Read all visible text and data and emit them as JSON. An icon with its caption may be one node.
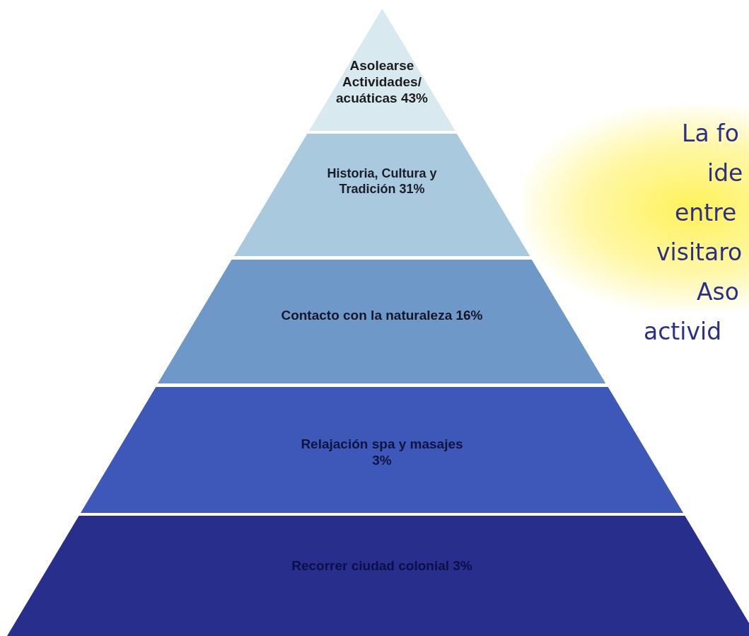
{
  "diagram": {
    "nodes": [
      {
        "text": [
          "Asolearse Actividades/ acuáticas 43%"
        ]
      },
      {
        "text": [
          "Historia, Cultura y Tradición  31%"
        ]
      },
      {
        "text": [
          "Contacto con la naturaleza 16%"
        ]
      },
      {
        "text": [
          "Relajación spa y masajes 3%"
        ]
      },
      {
        "text": [
          "Recorrer ciudad colonial 3%"
        ]
      }
    ],
    "labels": [
      "La fo",
      "ide",
      "entre",
      "visitaro",
      "Aso",
      "activid"
    ]
  }
}
